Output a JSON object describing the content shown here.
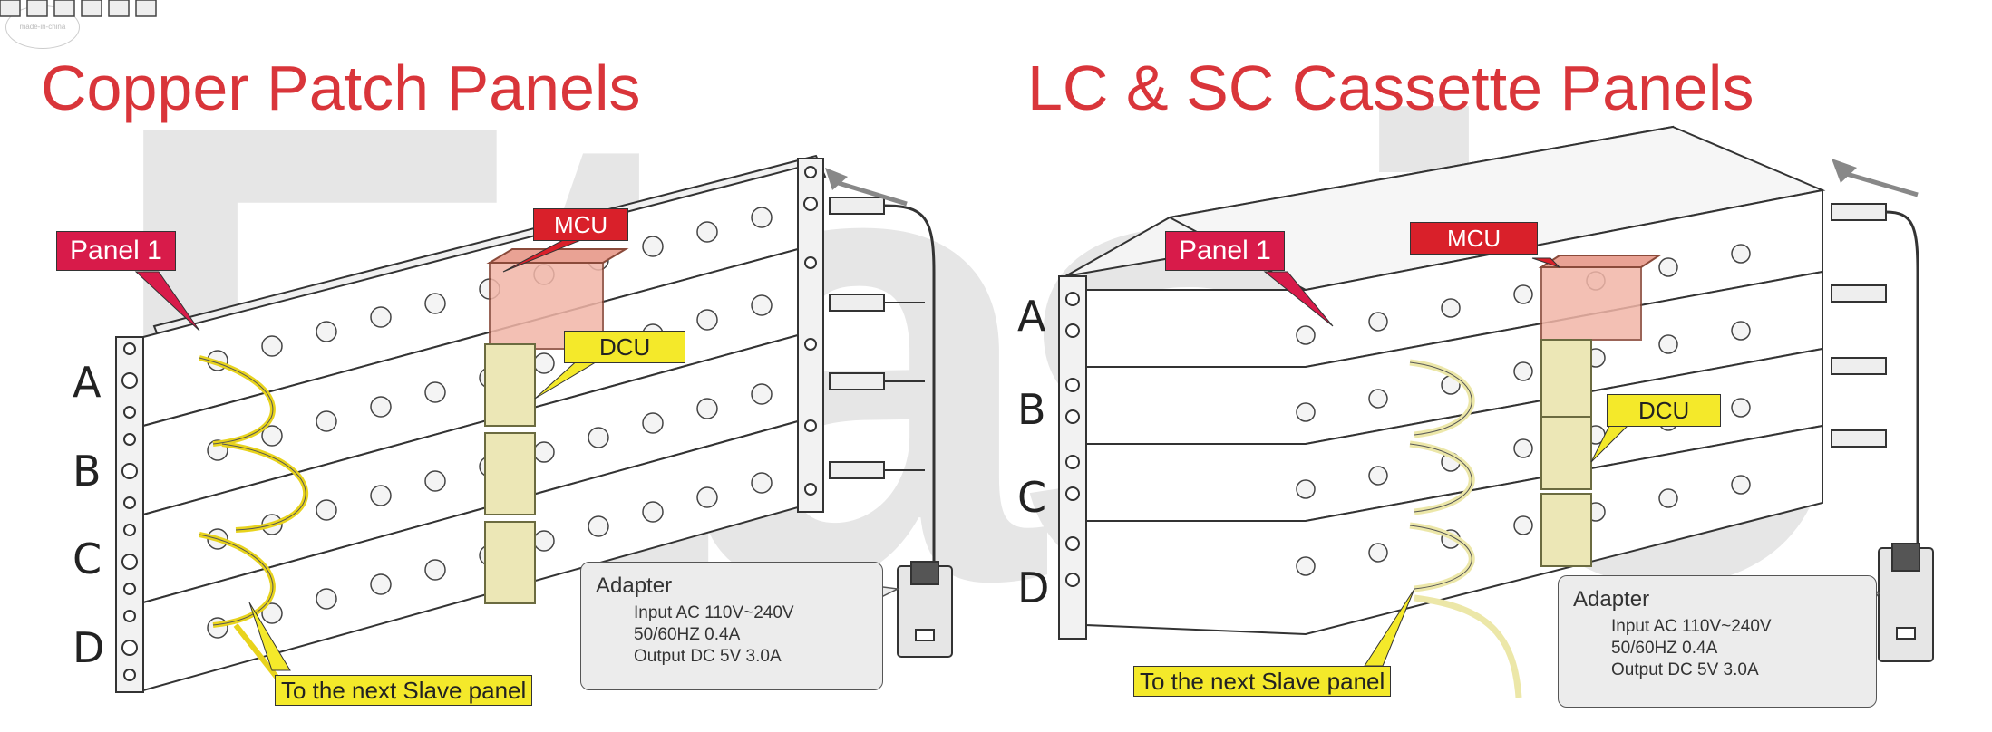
{
  "watermark": "Etasic",
  "logo_text": "made-in-china",
  "left": {
    "title": "Copper Patch Panels",
    "panel_label": "Panel 1",
    "mcu_label": "MCU",
    "dcu_label": "DCU",
    "rows": [
      "A",
      "B",
      "C",
      "D"
    ],
    "next_label": "To the next Slave panel",
    "adapter": {
      "heading": "Adapter",
      "line1": "Input AC 110V~240V",
      "line2": "50/60HZ 0.4A",
      "line3": "Output DC 5V 3.0A"
    }
  },
  "right": {
    "title": "LC & SC Cassette Panels",
    "panel_label": "Panel 1",
    "mcu_label": "MCU",
    "dcu_label": "DCU",
    "rows": [
      "A",
      "B",
      "C",
      "D"
    ],
    "next_label": "To the next Slave panel",
    "adapter": {
      "heading": "Adapter",
      "line1": "Input AC 110V~240V",
      "line2": "50/60HZ 0.4A",
      "line3": "Output DC 5V 3.0A"
    }
  },
  "colors": {
    "title": "#d9353a",
    "mcu": "#d9202a",
    "panel_callout": "#d81b4a",
    "dcu": "#f4e92a",
    "cable": "#e8d31c"
  }
}
